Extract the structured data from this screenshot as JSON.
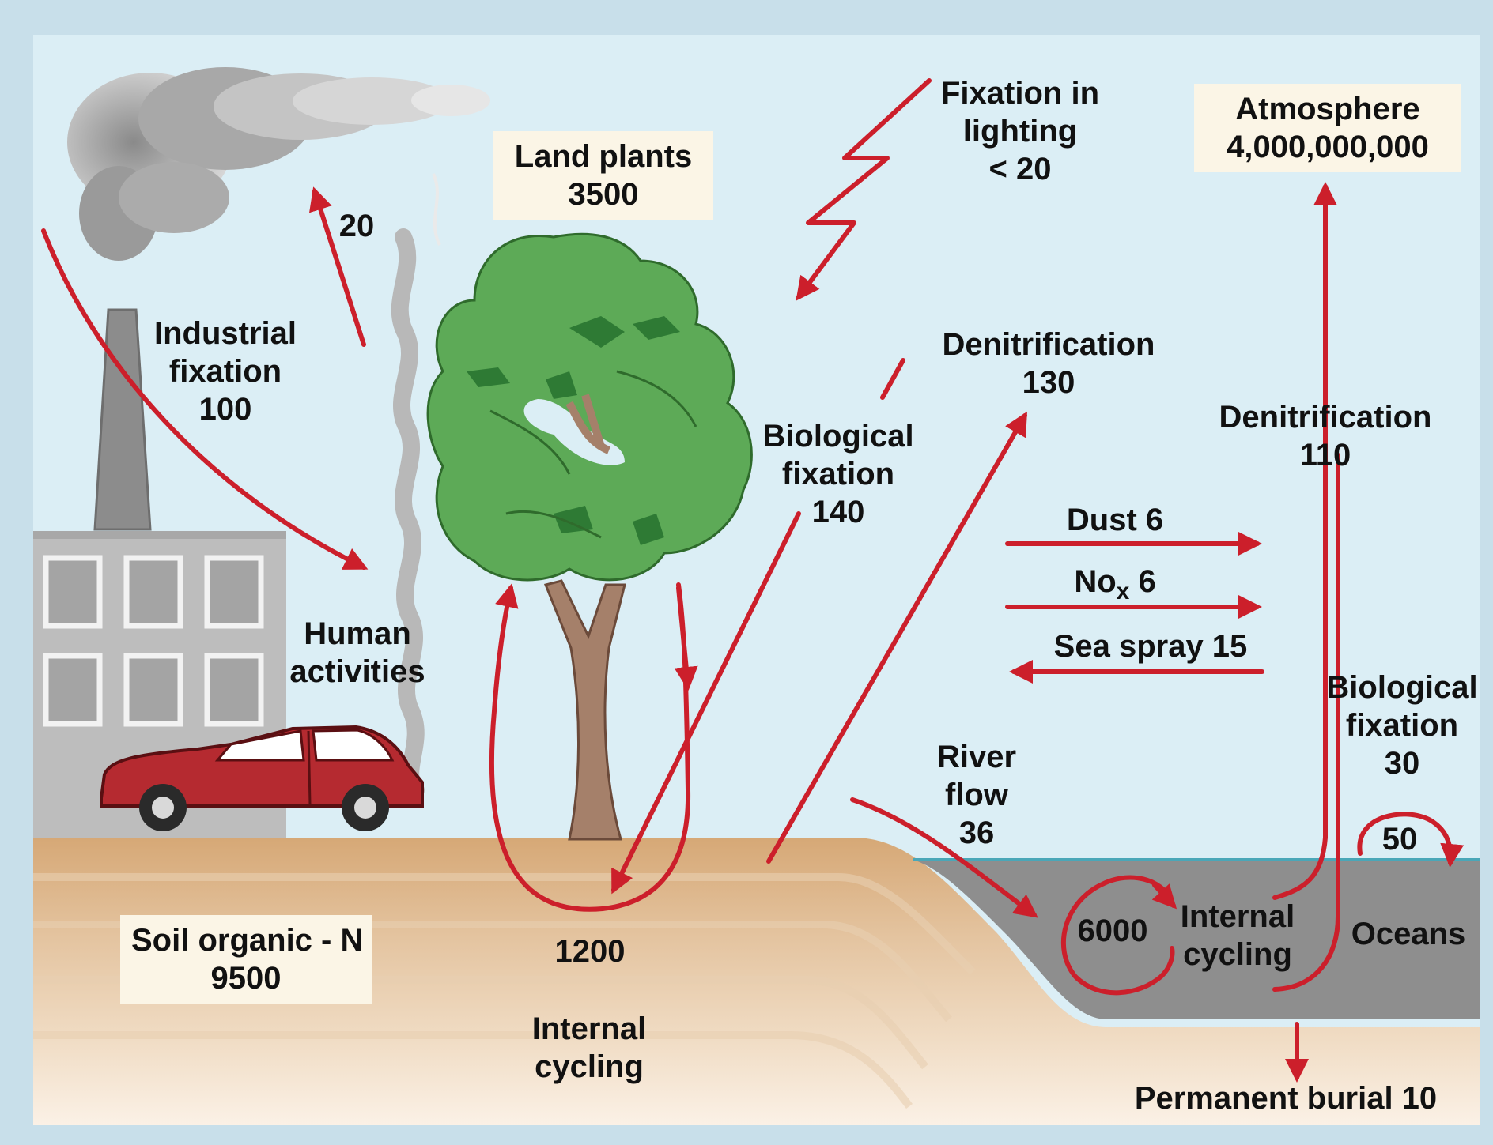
{
  "colors": {
    "sky": "#dbeef5",
    "frame": "#c8dfea",
    "arrow": "#cc1f2b",
    "label_box": "#fbf5e6",
    "ocean": "#8e8e8e",
    "soil_top": "#d9ad80",
    "tree_canopy": "#5daa57",
    "car": "#b52a30"
  },
  "labels": {
    "land_plants": {
      "line1": "Land plants",
      "line2": "3500"
    },
    "atmosphere": {
      "line1": "Atmosphere",
      "line2": "4,000,000,000"
    },
    "lightning": {
      "line1": "Fixation in",
      "line2": "lighting",
      "line3": "< 20"
    },
    "industrial": {
      "line1": "Industrial",
      "line2": "fixation",
      "line3": "100"
    },
    "smoke_flux": "20",
    "human": {
      "line1": "Human",
      "line2": "activities"
    },
    "bio_fix_land": {
      "line1": "Biological",
      "line2": "fixation",
      "line3": "140"
    },
    "denit_land": {
      "line1": "Denitrification",
      "line2": "130"
    },
    "denit_ocean": {
      "line1": "Denitrification",
      "line2": "110"
    },
    "dust": "Dust 6",
    "nox_prefix": "No",
    "nox_sub": "x",
    "nox_suffix": " 6",
    "sea_spray": "Sea spray 15",
    "bio_fix_ocean": {
      "line1": "Biological",
      "line2": "fixation",
      "line3": "30"
    },
    "river": {
      "line1": "River",
      "line2": "flow",
      "line3": "36"
    },
    "ocean_cycle_value": "50",
    "ocean_internal_value": "6000",
    "ocean_internal": {
      "line1": "Internal",
      "line2": "cycling"
    },
    "oceans": "Oceans",
    "soil": {
      "line1": "Soil organic - N",
      "line2": "9500"
    },
    "land_internal_value": "1200",
    "land_internal": {
      "line1": "Internal",
      "line2": "cycling"
    },
    "burial": "Permanent burial 10"
  }
}
